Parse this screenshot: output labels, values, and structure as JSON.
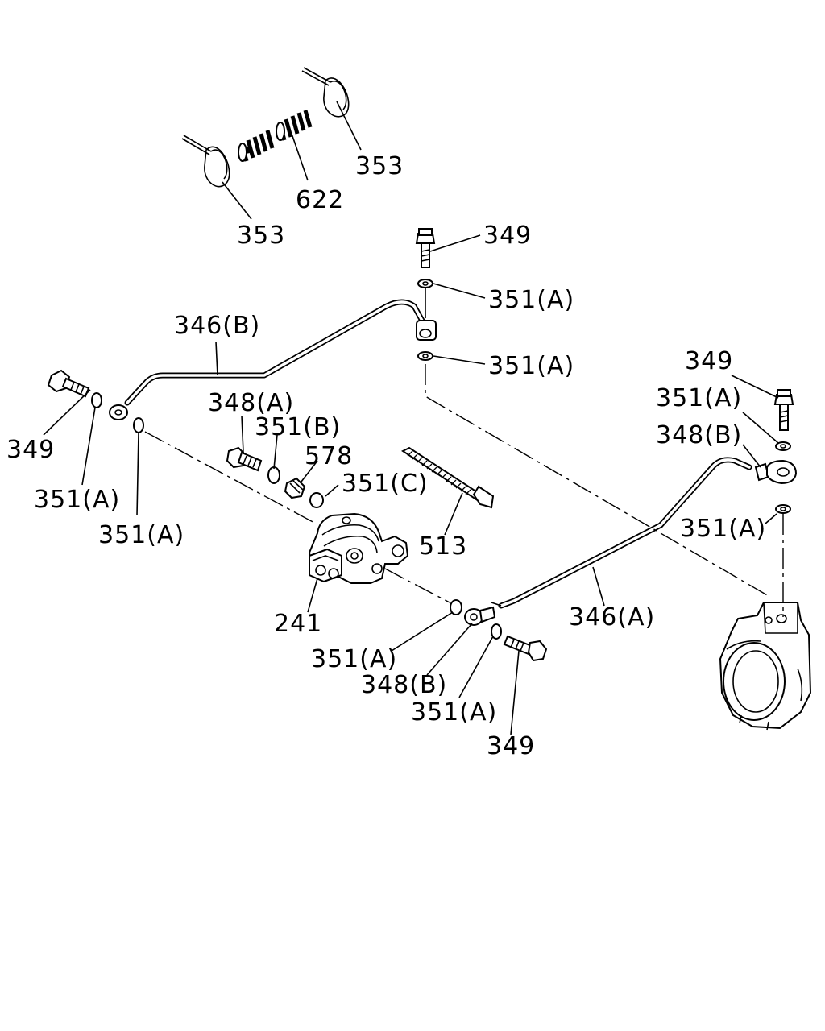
{
  "callouts": [
    {
      "id": "c353_right",
      "text": "353"
    },
    {
      "id": "c622",
      "text": "622"
    },
    {
      "id": "c353_left",
      "text": "353"
    },
    {
      "id": "c349_top",
      "text": "349"
    },
    {
      "id": "c351A_top1",
      "text": "351(A)"
    },
    {
      "id": "c346B",
      "text": "346(B)"
    },
    {
      "id": "c351A_top2",
      "text": "351(A)"
    },
    {
      "id": "c349_rightTop",
      "text": "349"
    },
    {
      "id": "c351A_right1",
      "text": "351(A)"
    },
    {
      "id": "c348A",
      "text": "348(A)"
    },
    {
      "id": "c348B_right",
      "text": "348(B)"
    },
    {
      "id": "c351B",
      "text": "351(B)"
    },
    {
      "id": "c349_left",
      "text": "349"
    },
    {
      "id": "c578",
      "text": "578"
    },
    {
      "id": "c351C",
      "text": "351(C)"
    },
    {
      "id": "c351A_left1",
      "text": "351(A)"
    },
    {
      "id": "c351A_right2",
      "text": "351(A)"
    },
    {
      "id": "c351A_left2",
      "text": "351(A)"
    },
    {
      "id": "c513",
      "text": "513"
    },
    {
      "id": "c346A",
      "text": "346(A)"
    },
    {
      "id": "c241",
      "text": "241"
    },
    {
      "id": "c351A_bottom1",
      "text": "351(A)"
    },
    {
      "id": "c348B_bottom",
      "text": "348(B)"
    },
    {
      "id": "c351A_bottom2",
      "text": "351(A)"
    },
    {
      "id": "c349_bottom",
      "text": "349"
    }
  ]
}
